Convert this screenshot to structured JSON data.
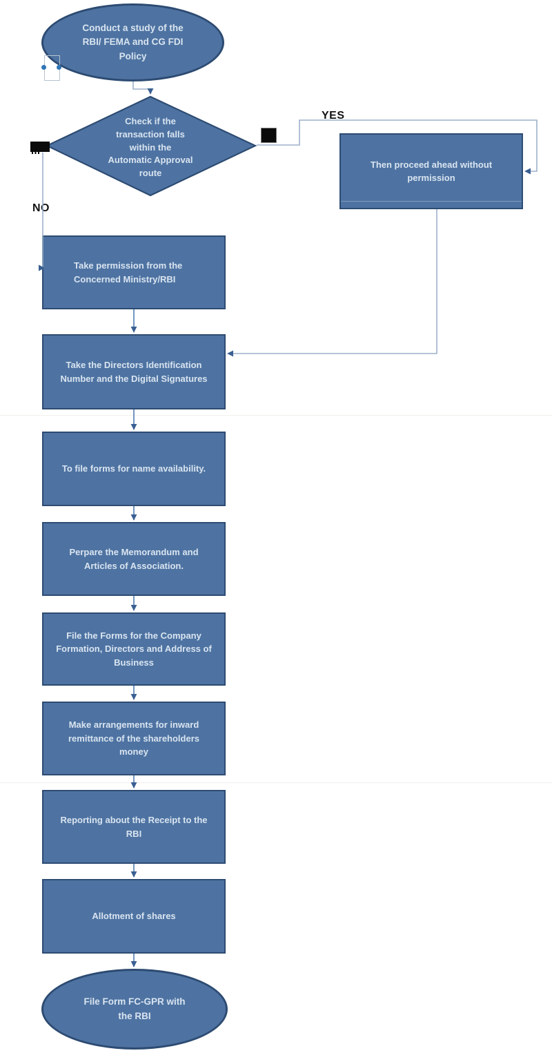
{
  "colors": {
    "node_fill": "#4e73a2",
    "node_border": "#2d4b72",
    "node_text": "#d9e4f0",
    "connector": "#9db1cb",
    "connector_strong": "#6189ba",
    "arrow": "#3a5f92",
    "label_text": "#111111",
    "selection_handle": "#2e75b6",
    "anchor_square": "#0b0b0b"
  },
  "flowchart": {
    "start": "Conduct a study of the\nRBI/ FEMA and CG FDI\nPolicy",
    "decision": "Check if the\ntransaction falls\nwithin the\nAutomatic Approval\nroute",
    "branch_labels": {
      "yes": "YES",
      "no": "NO"
    },
    "yes_branch": "Then proceed ahead without\npermission",
    "steps": [
      "Take permission from the\nConcerned Ministry/RBI",
      "Take the Directors Identification\nNumber and the Digital Signatures",
      "To file forms for name availability.",
      "Perpare the Memorandum and\nArticles of Association.",
      "File the Forms for the Company\nFormation, Directors and Address of\nBusiness",
      "Make arrangements for inward\nremittance of the shareholders\nmoney",
      "Reporting about the Receipt to the\nRBI",
      "Allotment of shares"
    ],
    "end": "File Form FC-GPR with\nthe RBI"
  }
}
